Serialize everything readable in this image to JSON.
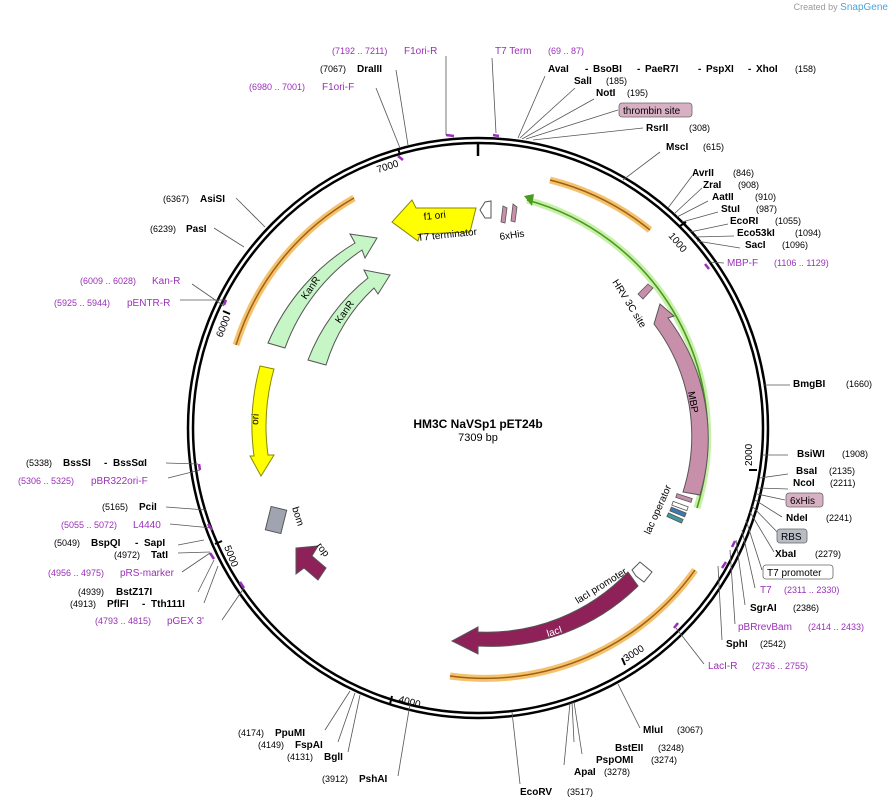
{
  "watermark": {
    "created_by": "Created by",
    "app": "SnapGene"
  },
  "plasmid": {
    "name": "HM3C NaVSp1 pET24b",
    "length_label": "7309 bp",
    "length": 7309
  },
  "ticks": [
    "1000",
    "2000",
    "3000",
    "4000",
    "5000",
    "6000",
    "7000"
  ],
  "colors": {
    "backbone": "#000000",
    "primer": "#9b30b8",
    "orange_feature": "#f0a830",
    "green_outline": "#4a9a20",
    "f1ori": "#ffff00",
    "ori": "#ffff00",
    "kanr": "#c6f5c6",
    "mbp": "#c88faa",
    "laci": "#8e2258",
    "rop": "#8e2258",
    "bom": "#a0a4b0",
    "his": "#c88faa",
    "hrv": "#c88faa"
  },
  "enzymes": [
    {
      "name": "AvaI",
      "pos": "",
      "label": "AvaI"
    },
    {
      "name": "BsoBI",
      "pos": "",
      "label": "BsoBI"
    },
    {
      "name": "PaeR7I",
      "pos": "",
      "label": "PaeR7I"
    },
    {
      "name": "PspXI",
      "pos": "",
      "label": "PspXI"
    },
    {
      "name": "XhoI",
      "pos": "(158)",
      "label": "XhoI"
    },
    {
      "name": "SalI",
      "pos": "(185)",
      "label": "SalI"
    },
    {
      "name": "NotI",
      "pos": "(195)",
      "label": "NotI"
    },
    {
      "name": "RsrII",
      "pos": "(308)",
      "label": "RsrII"
    },
    {
      "name": "MscI",
      "pos": "(615)",
      "label": "MscI"
    },
    {
      "name": "AvrII",
      "pos": "(846)",
      "label": "AvrII"
    },
    {
      "name": "ZraI",
      "pos": "(908)",
      "label": "ZraI"
    },
    {
      "name": "AatII",
      "pos": "(910)",
      "label": "AatII"
    },
    {
      "name": "StuI",
      "pos": "(987)",
      "label": "StuI"
    },
    {
      "name": "EcoRI",
      "pos": "(1055)",
      "label": "EcoRI"
    },
    {
      "name": "Eco53kI",
      "pos": "(1094)",
      "label": "Eco53kI"
    },
    {
      "name": "SacI",
      "pos": "(1096)",
      "label": "SacI"
    },
    {
      "name": "BmgBI",
      "pos": "(1660)",
      "label": "BmgBI"
    },
    {
      "name": "BsiWI",
      "pos": "(1908)",
      "label": "BsiWI"
    },
    {
      "name": "BsaI",
      "pos": "(2135)",
      "label": "BsaI"
    },
    {
      "name": "NcoI",
      "pos": "(2211)",
      "label": "NcoI"
    },
    {
      "name": "NdeI",
      "pos": "(2241)",
      "label": "NdeI"
    },
    {
      "name": "XbaI",
      "pos": "(2279)",
      "label": "XbaI"
    },
    {
      "name": "SgrAI",
      "pos": "(2386)",
      "label": "SgrAI"
    },
    {
      "name": "SphI",
      "pos": "(2542)",
      "label": "SphI"
    },
    {
      "name": "MluI",
      "pos": "(3067)",
      "label": "MluI"
    },
    {
      "name": "BstEII",
      "pos": "(3248)",
      "label": "BstEII"
    },
    {
      "name": "PspOMI",
      "pos": "(3274)",
      "label": "PspOMI"
    },
    {
      "name": "ApaI",
      "pos": "(3278)",
      "label": "ApaI"
    },
    {
      "name": "EcoRV",
      "pos": "(3517)",
      "label": "EcoRV"
    },
    {
      "name": "PshAI",
      "pos": "(3912)",
      "label": "PshAI"
    },
    {
      "name": "BglI",
      "pos": "(4131)",
      "label": "BglI"
    },
    {
      "name": "FspAI",
      "pos": "(4149)",
      "label": "FspAI"
    },
    {
      "name": "PpuMI",
      "pos": "(4174)",
      "label": "PpuMI"
    },
    {
      "name": "PflFI",
      "pos": "(4913)",
      "label": "PflFI"
    },
    {
      "name": "Tth111I",
      "pos": "",
      "label": "Tth111I"
    },
    {
      "name": "BstZ17I",
      "pos": "(4939)",
      "label": "BstZ17I"
    },
    {
      "name": "TatI",
      "pos": "(4972)",
      "label": "TatI"
    },
    {
      "name": "BspQI",
      "pos": "(5049)",
      "label": "BspQI"
    },
    {
      "name": "SapI",
      "pos": "",
      "label": "SapI"
    },
    {
      "name": "PciI",
      "pos": "(5165)",
      "label": "PciI"
    },
    {
      "name": "BssSI",
      "pos": "(5338)",
      "label": "BssSI"
    },
    {
      "name": "BssSaI",
      "pos": "",
      "label": "BssSαI"
    },
    {
      "name": "PasI",
      "pos": "(6239)",
      "label": "PasI"
    },
    {
      "name": "AsiSI",
      "pos": "(6367)",
      "label": "AsiSI"
    },
    {
      "name": "DraIII",
      "pos": "(7067)",
      "label": "DraIII"
    }
  ],
  "primers": [
    {
      "name": "F1ori-R",
      "range": "(7192 .. 7211)"
    },
    {
      "name": "T7 Term",
      "range": "(69 .. 87)"
    },
    {
      "name": "F1ori-F",
      "range": "(6980 .. 7001)"
    },
    {
      "name": "MBP-F",
      "range": "(1106 .. 1129)"
    },
    {
      "name": "T7",
      "range": "(2311 .. 2330)"
    },
    {
      "name": "pBRrevBam",
      "range": "(2414 .. 2433)"
    },
    {
      "name": "LacI-R",
      "range": "(2736 .. 2755)"
    },
    {
      "name": "pGEX 3'",
      "range": "(4793 .. 4815)"
    },
    {
      "name": "pRS-marker",
      "range": "(4956 .. 4975)"
    },
    {
      "name": "L4440",
      "range": "(5055 .. 5072)"
    },
    {
      "name": "pBR322ori-F",
      "range": "(5306 .. 5325)"
    },
    {
      "name": "pENTR-R",
      "range": "(5925 .. 5944)"
    },
    {
      "name": "Kan-R",
      "range": "(6009 .. 6028)"
    }
  ],
  "boxed_labels": [
    "thrombin site",
    "6xHis",
    "RBS",
    "T7 promoter"
  ],
  "features": {
    "f1ori": "f1 ori",
    "t7_terminator": "T7 terminator",
    "his_top": "6xHis",
    "kanr_outer": "KanR",
    "kanr_inner": "KanR",
    "ori": "ori",
    "bom": "bom",
    "rop": "rop",
    "hrv": "HRV 3C site",
    "mbp": "MBP",
    "lac_operator": "lac operator",
    "laci_promoter": "lacI promoter",
    "laci": "lacI"
  }
}
